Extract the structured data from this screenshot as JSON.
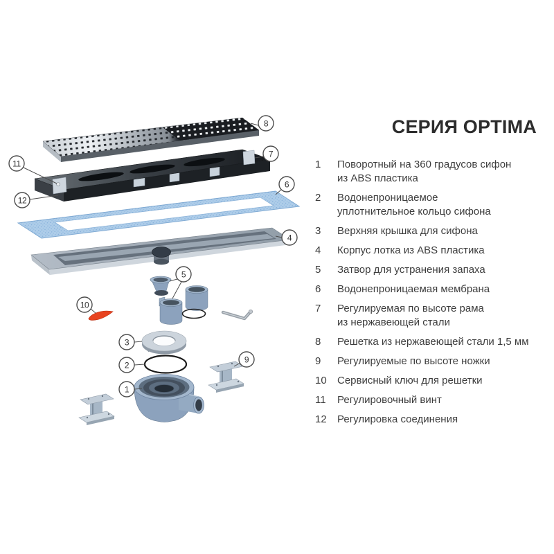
{
  "title": "СЕРИЯ OPTIMA",
  "legend": {
    "items": [
      {
        "num": "1",
        "lines": [
          "Поворотный на 360 градусов сифон",
          "из ABS пластика"
        ]
      },
      {
        "num": "2",
        "lines": [
          "Водонепроницаемое",
          "уплотнительное кольцо сифона"
        ]
      },
      {
        "num": "3",
        "lines": [
          "Верхняя крышка для сифона"
        ]
      },
      {
        "num": "4",
        "lines": [
          "Корпус лотка из ABS пластика"
        ]
      },
      {
        "num": "5",
        "lines": [
          "Затвор для устранения запаха"
        ]
      },
      {
        "num": "6",
        "lines": [
          "Водонепроницаемая мембрана"
        ]
      },
      {
        "num": "7",
        "lines": [
          "Регулируемая по высоте рама",
          "из нержавеющей стали"
        ]
      },
      {
        "num": "8",
        "lines": [
          "Решетка из нержавеющей стали 1,5 мм"
        ]
      },
      {
        "num": "9",
        "lines": [
          "Регулируемые по высоте ножки"
        ]
      },
      {
        "num": "10",
        "lines": [
          "Сервисный ключ для решетки"
        ]
      },
      {
        "num": "11",
        "lines": [
          "Регулировочный винт"
        ]
      },
      {
        "num": "12",
        "lines": [
          "Регулировка соединения"
        ]
      }
    ]
  },
  "diagram": {
    "callouts": [
      {
        "num": "1"
      },
      {
        "num": "2"
      },
      {
        "num": "3"
      },
      {
        "num": "4"
      },
      {
        "num": "5"
      },
      {
        "num": "6"
      },
      {
        "num": "7"
      },
      {
        "num": "8"
      },
      {
        "num": "9"
      },
      {
        "num": "10"
      },
      {
        "num": "11"
      },
      {
        "num": "12"
      }
    ],
    "colors": {
      "steel_dark": "#1d2125",
      "steel_light": "#ccd4dc",
      "membrane_blue": "#aecde9",
      "plastic_blue_gray": "#8ca2bd",
      "tray_gray": "#9aa5b0",
      "service_key_red": "#e8431f"
    }
  }
}
